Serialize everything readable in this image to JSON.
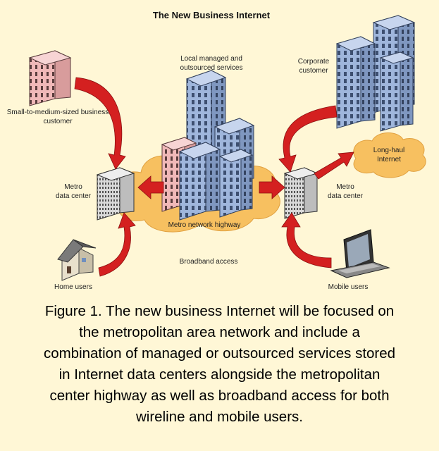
{
  "diagram": {
    "title": "The New Business Internet",
    "labels": {
      "local_services": [
        "Local managed and",
        "outsourced services"
      ],
      "corporate": [
        "Corporate",
        "customer"
      ],
      "small_business": [
        "Small-to-medium-sized business",
        "customer"
      ],
      "long_haul": [
        "Long-haul",
        "Internet"
      ],
      "metro_dc_left": [
        "Metro",
        "data center"
      ],
      "metro_dc_right": [
        "Metro",
        "data center"
      ],
      "metro_highway": "Metro network highway",
      "broadband": "Broadband access",
      "home_users": "Home users",
      "mobile_users": "Mobile users"
    },
    "colors": {
      "background": "#fff7d6",
      "arrow": "#d42020",
      "cloud": "#f7c060",
      "building_blue": "#9fb6dc",
      "building_pink": "#f0b8b8"
    }
  },
  "caption": {
    "lines": [
      "Figure 1. The new business Internet will be focused on",
      "the metropolitan area network and include a",
      "combination of managed or outsourced services stored",
      "in Internet data centers alongside the metropolitan",
      "center highway as well as broadband access for both",
      "wireline and mobile users."
    ]
  }
}
